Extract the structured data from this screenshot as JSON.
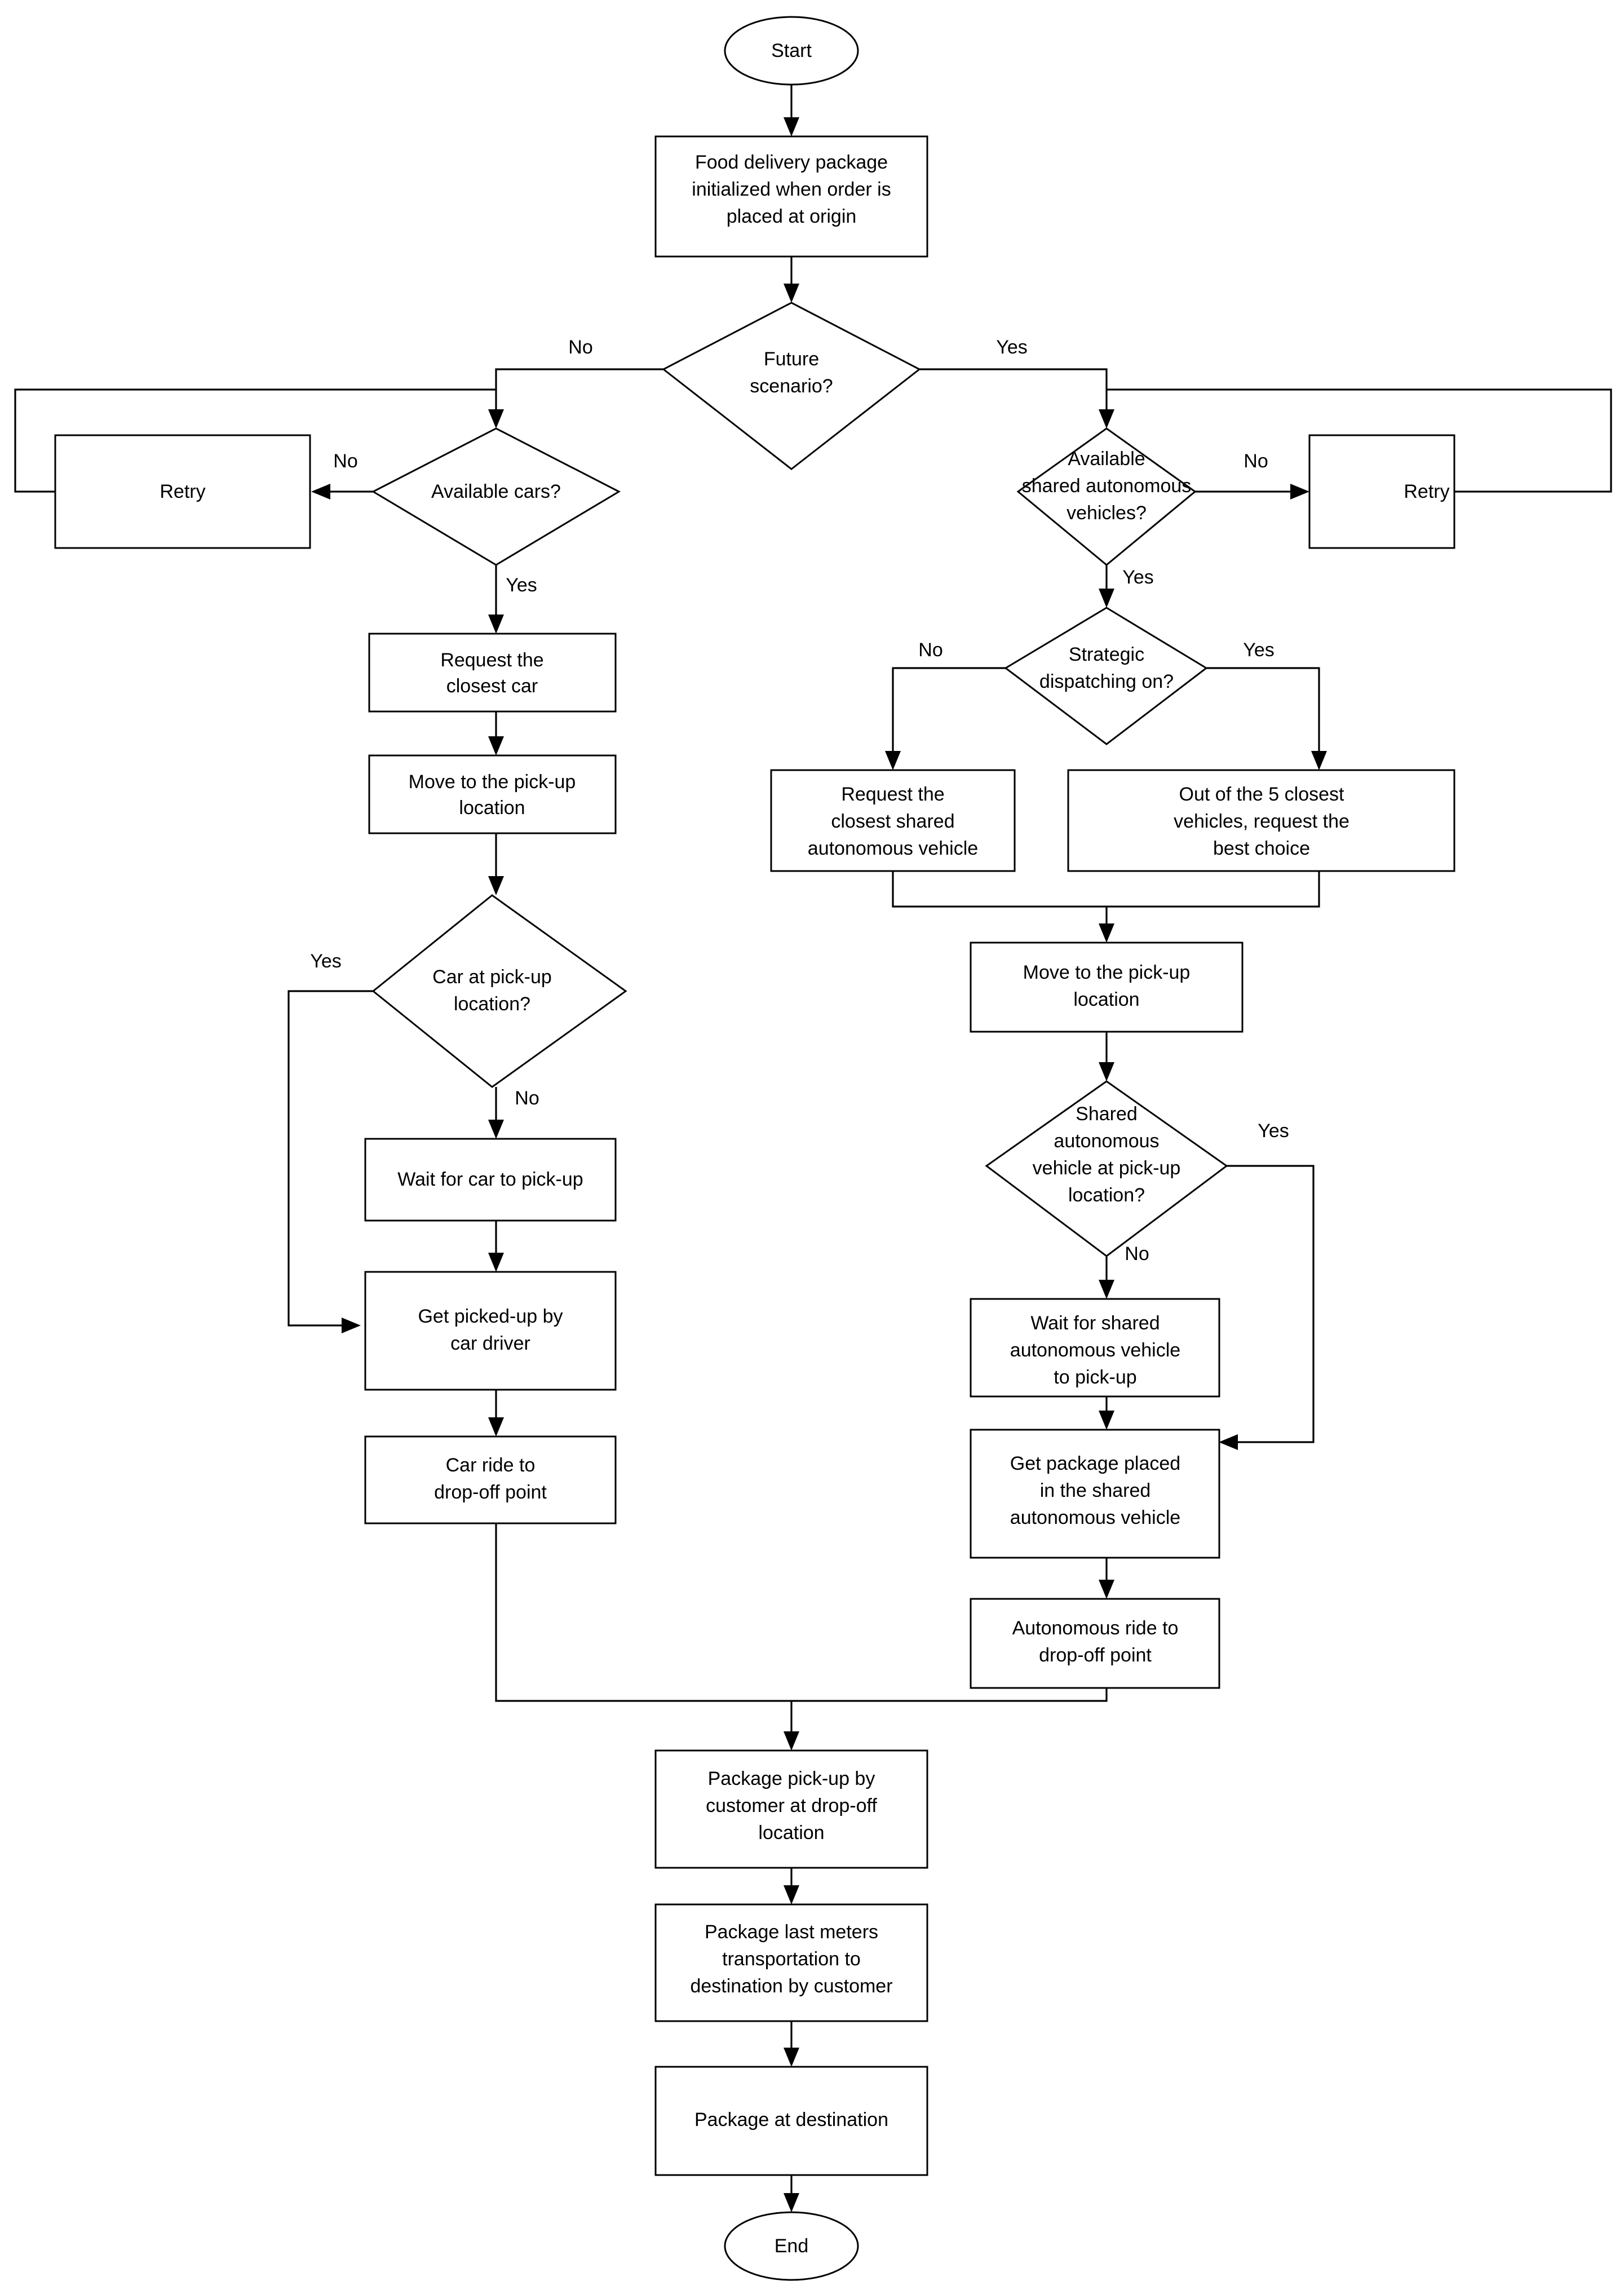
{
  "diagram": {
    "title": "Food delivery package flowchart",
    "stroke_color": "#000000",
    "fill_color": "#ffffff",
    "text_color": "#000000"
  },
  "nodes": {
    "start": {
      "label": "Start",
      "shape": "ellipse"
    },
    "init": {
      "line1": "Food delivery package",
      "line2": "initialized when order is",
      "line3": "placed at origin",
      "shape": "rect"
    },
    "future_scenario": {
      "line1": "Future",
      "line2": "scenario?",
      "shape": "diamond"
    },
    "available_cars": {
      "line1": "Available cars?",
      "shape": "diamond"
    },
    "retry_left": {
      "label": "Retry",
      "shape": "rect"
    },
    "available_sav": {
      "line1": "Available",
      "line2": "shared autonomous",
      "line3": "vehicles?",
      "shape": "diamond"
    },
    "retry_right": {
      "label": "Retry",
      "shape": "rect"
    },
    "request_car": {
      "line1": "Request the",
      "line2": "closest car",
      "shape": "rect"
    },
    "move_pickup_left": {
      "line1": "Move to the pick-up",
      "line2": "location",
      "shape": "rect"
    },
    "car_at_pickup": {
      "line1": "Car at pick-up",
      "line2": "location?",
      "shape": "diamond"
    },
    "wait_car": {
      "line1": "Wait for car to pick-up",
      "shape": "rect"
    },
    "get_picked_up": {
      "line1": "Get picked-up by",
      "line2": "car driver",
      "shape": "rect"
    },
    "car_ride": {
      "line1": "Car ride to",
      "line2": "drop-off point",
      "shape": "rect"
    },
    "strategic_dispatch": {
      "line1": "Strategic",
      "line2": "dispatching on?",
      "shape": "diamond"
    },
    "request_sav": {
      "line1": "Request the",
      "line2": "closest shared",
      "line3": "autonomous vehicle",
      "shape": "rect"
    },
    "best_choice": {
      "line1": "Out of the 5 closest",
      "line2": "vehicles, request the",
      "line3": "best choice",
      "shape": "rect"
    },
    "move_pickup_right": {
      "line1": "Move to the pick-up",
      "line2": "location",
      "shape": "rect"
    },
    "sav_at_pickup": {
      "line1": "Shared",
      "line2": "autonomous",
      "line3": "vehicle at pick-up",
      "line4": "location?",
      "shape": "diamond"
    },
    "wait_sav": {
      "line1": "Wait for shared",
      "line2": "autonomous vehicle",
      "line3": "to pick-up",
      "shape": "rect"
    },
    "package_placed": {
      "line1": "Get package placed",
      "line2": "in the shared",
      "line3": "autonomous vehicle",
      "shape": "rect"
    },
    "autonomous_ride": {
      "line1": "Autonomous ride to",
      "line2": "drop-off point",
      "shape": "rect"
    },
    "package_pickup": {
      "line1": "Package pick-up by",
      "line2": "customer at drop-off",
      "line3": "location",
      "shape": "rect"
    },
    "last_meters": {
      "line1": "Package last meters",
      "line2": "transportation to",
      "line3": "destination by customer",
      "shape": "rect"
    },
    "package_destination": {
      "line1": "Package at destination",
      "shape": "rect"
    },
    "end": {
      "label": "End",
      "shape": "ellipse"
    }
  },
  "edge_labels": {
    "future_no": "No",
    "future_yes": "Yes",
    "cars_no": "No",
    "cars_yes": "Yes",
    "sav_no": "No",
    "sav_yes": "Yes",
    "dispatch_no": "No",
    "dispatch_yes": "Yes",
    "car_pickup_yes": "Yes",
    "car_pickup_no": "No",
    "sav_pickup_yes": "Yes",
    "sav_pickup_no": "No"
  }
}
